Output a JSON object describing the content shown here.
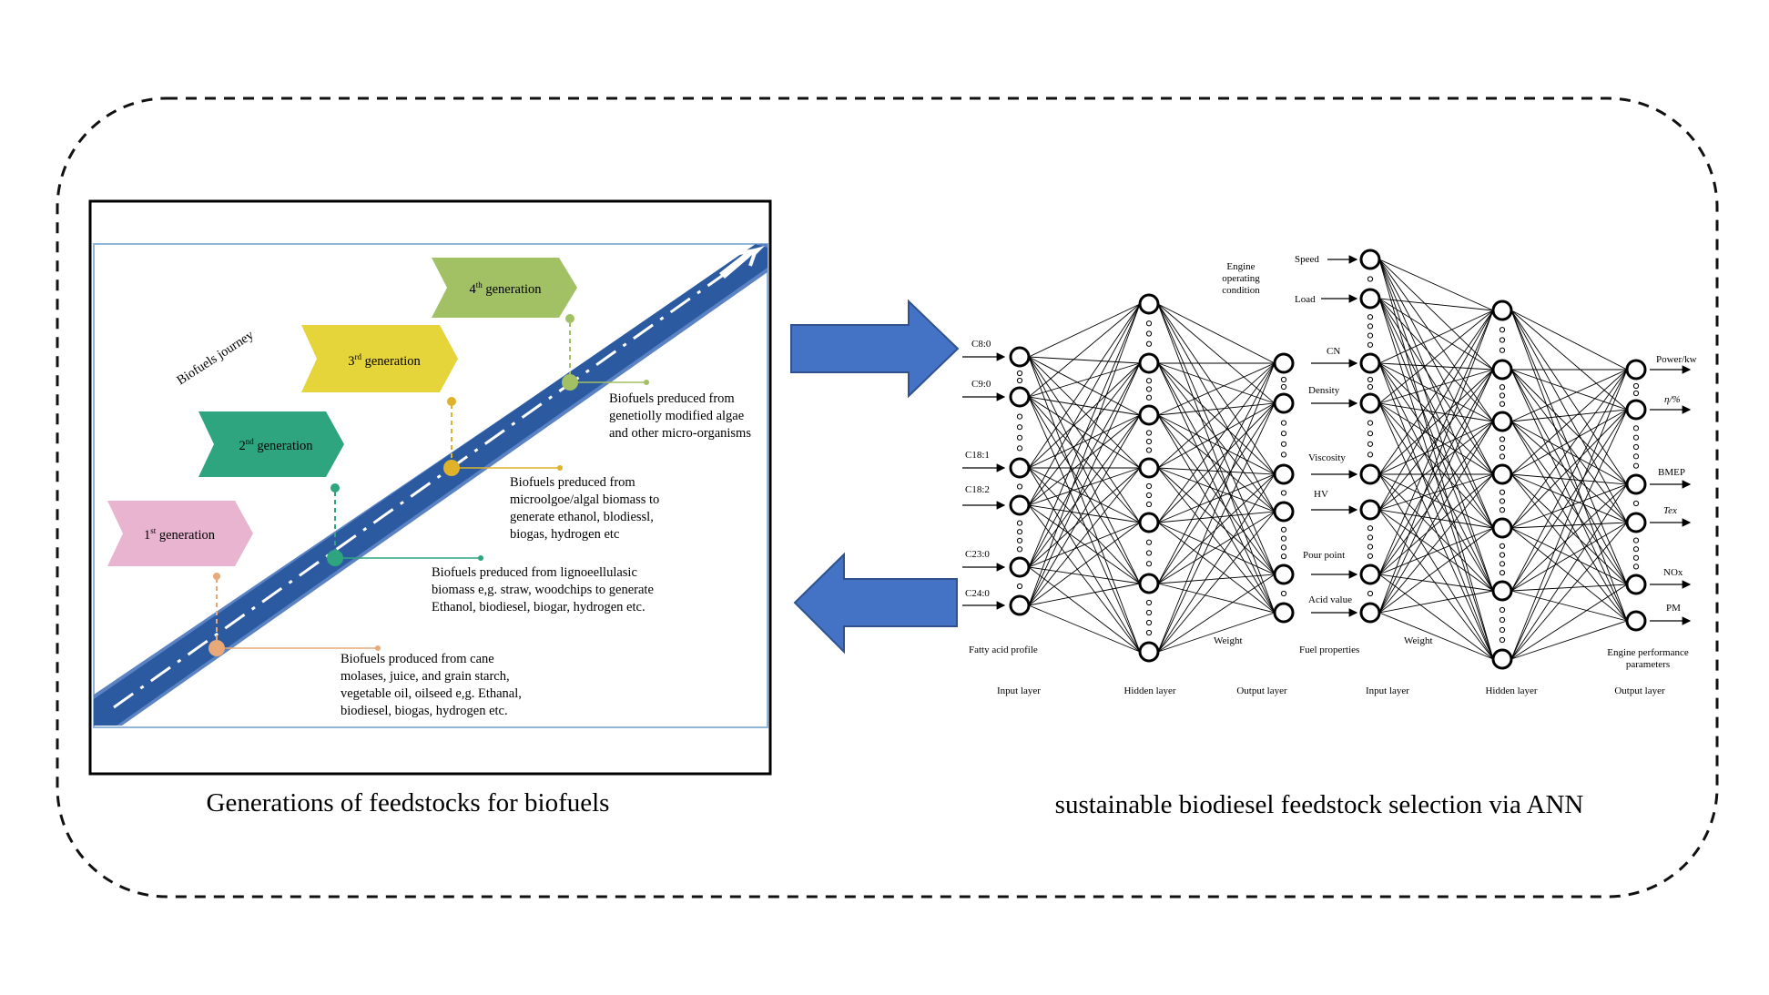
{
  "left_panel": {
    "journey_label": "Biofuels journey",
    "generations": [
      {
        "num": "1",
        "sup": "st",
        "word": "generation",
        "color": "#e8b4cf"
      },
      {
        "num": "2",
        "sup": "nd",
        "word": "generation",
        "color": "#2ea57f"
      },
      {
        "num": "3",
        "sup": "rd",
        "word": "generation",
        "color": "#e5d43a"
      },
      {
        "num": "4",
        "sup": "th",
        "word": "generation",
        "color": "#a2c064"
      }
    ],
    "descriptions": [
      [
        "Biofuels produced from cane",
        "molases, juice, and grain starch,",
        "vegetable oil, oilseed e,g. Ethanal,",
        "biodiesel, biogas, hydrogen etc."
      ],
      [
        "Biofuels preduced from lignoeellulasic",
        "biomass e,g. straw, woodchips to generate",
        "Ethanol, biodiesel, biogar, hydrogen etc."
      ],
      [
        "Biofuels preduced from",
        "microolgoe/algal biomass to",
        "generate ethanol, blodiessl,",
        "biogas, hydrogen etc"
      ],
      [
        "Biofuels preduced from",
        "genetiolly modified algae",
        "and other micro-organisms"
      ]
    ],
    "caption": "Generations of feedstocks for biofuels"
  },
  "right_panel": {
    "caption": "sustainable biodiesel feedstock selection via ANN",
    "net1": {
      "inputs": [
        "C8:0",
        "C9:0",
        "C18:1",
        "C18:2",
        "C23:0",
        "C24:0"
      ],
      "input_group": "Fatty acid profile",
      "top_label": [
        "Engine",
        "operating",
        "condition"
      ],
      "weight": "Weight",
      "layers": [
        "Input layer",
        "Hidden layer",
        "Output layer"
      ]
    },
    "net2": {
      "inputs": [
        "Speed",
        "Load",
        "CN",
        "Density",
        "Viscosity",
        "HV",
        "Pour point",
        "Acid value"
      ],
      "input_group": "Fuel properties",
      "outputs": [
        "Power/kw",
        "η/%",
        "BMEP",
        "Tex",
        "NOx",
        "PM"
      ],
      "output_group": [
        "Engine performance",
        "parameters"
      ],
      "weight": "Weight",
      "layers": [
        "Input layer",
        "Hidden layer",
        "Output layer"
      ]
    }
  },
  "colors": {
    "road": "#2c5aa0",
    "road_edge": "#5b83c4",
    "arrow_fill": "#4472c4",
    "arrow_stroke": "#2f528f",
    "frame_border": "#8fb6d8"
  }
}
